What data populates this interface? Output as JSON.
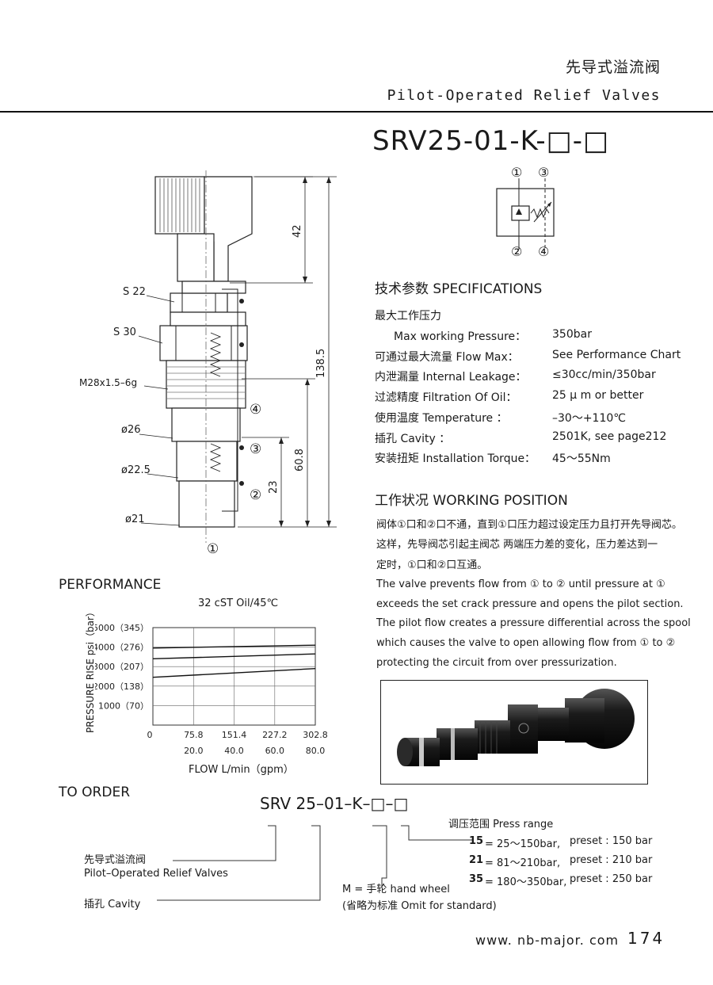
{
  "header": {
    "title_cn": "先导式溢流阀",
    "title_en": "Pilot-Operated Relief Valves"
  },
  "model": "SRV25-01-K-□-□",
  "symbol": {
    "port_labels": [
      "①",
      "③",
      "②",
      "④"
    ]
  },
  "drawing": {
    "callouts": [
      "S 22",
      "S 30",
      "M28x1.5–6g",
      "ø26",
      "ø22.5",
      "ø21"
    ],
    "dimensions": [
      "42",
      "138.5",
      "60.8",
      "23"
    ],
    "port_marks": [
      "④",
      "③",
      "②",
      "①"
    ]
  },
  "specs": {
    "title": "技术参数 SPECIFICATIONS",
    "rows": [
      {
        "label": "最大工作压力",
        "value": ""
      },
      {
        "label": "Max working Pressure：",
        "value": "350bar"
      },
      {
        "label": "可通过最大流量 Flow Max：",
        "value": "See Performance Chart"
      },
      {
        "label": "内泄漏量 Internal Leakage：",
        "value": "≤30cc/min/350bar"
      },
      {
        "label": "过滤精度 Filtration Of Oil：",
        "value": "25 μ m or better"
      },
      {
        "label": "使用温度 Temperature ：",
        "value": "–30～+110℃"
      },
      {
        "label": "插孔 Cavity ：",
        "value": "2501K, see page212"
      },
      {
        "label": "安装扭矩 Installation Torque：",
        "value": "45～55Nm"
      }
    ]
  },
  "working": {
    "title": "工作状况 WORKING POSITION",
    "lines": [
      "阀体①口和②口不通，直到①口压力超过设定压力且打开先导阀芯。",
      "这样，先导阀芯引起主阀芯 两端压力差的变化，压力差达到一",
      "定时，①口和②口互通。",
      "The valve prevents flow from ① to ② until pressure at ①",
      "exceeds the set crack pressure and opens the pilot section.",
      "The pilot flow creates a pressure differential across the spool",
      "which causes the valve to open allowing flow from ① to ②",
      "protecting the circuit from over pressurization."
    ]
  },
  "performance": {
    "title": "PERFORMANCE",
    "chart_data": {
      "type": "line",
      "title": "32 cST Oil/45℃",
      "ylabel": "PRESSURE RISE psi（bar）",
      "xlabel": "FLOW L/min（gpm）",
      "y_ticks": [
        "5000（345）",
        "4000（276）",
        "3000（207）",
        "2000（138）",
        "1000（70）"
      ],
      "x_ticks_top": [
        "0",
        "75.8",
        "151.4",
        "227.2",
        "302.8"
      ],
      "x_ticks_bottom": [
        "20.0",
        "40.0",
        "60.0",
        "80.0"
      ],
      "xlim": [
        0,
        302.8
      ],
      "ylim": [
        0,
        5000
      ],
      "series": [
        {
          "x": [
            0,
            302.8
          ],
          "values": [
            3950,
            4100
          ]
        },
        {
          "x": [
            0,
            302.8
          ],
          "values": [
            3400,
            3650
          ]
        },
        {
          "x": [
            0,
            302.8
          ],
          "values": [
            2450,
            2900
          ]
        }
      ]
    }
  },
  "order": {
    "title": "TO ORDER",
    "code": "SRV 25–01–K–□–□",
    "items": [
      {
        "cn": "先导式溢流阀",
        "en": "Pilot–Operated Relief Valves"
      },
      {
        "cn": "插孔 Cavity",
        "en": ""
      }
    ],
    "handwheel": [
      "M = 手轮  hand wheel",
      "(省略为标准  Omit for standard)"
    ],
    "press_title": "调压范围 Press range",
    "press_rows": [
      {
        "code": "15",
        "range": "=  25～150bar,",
        "preset": "preset : 150 bar"
      },
      {
        "code": "21",
        "range": "=  81～210bar,",
        "preset": "preset : 210 bar"
      },
      {
        "code": "35",
        "range": "= 180～350bar,",
        "preset": "preset : 250 bar"
      }
    ]
  },
  "footer": {
    "website": "www. nb-major. com",
    "page": "174"
  }
}
